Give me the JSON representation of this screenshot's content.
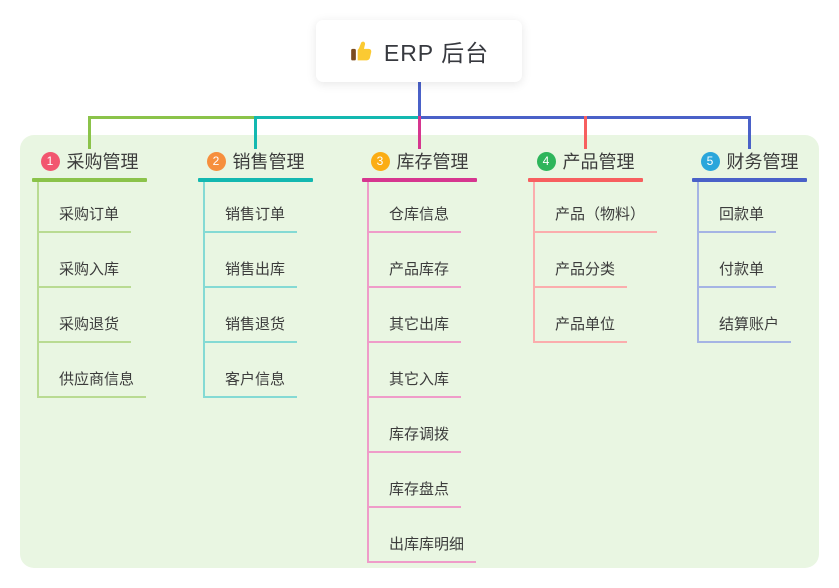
{
  "canvas": {
    "page_background": "#ffffff",
    "panel_background": "#e9f6e2"
  },
  "root": {
    "title": "ERP 后台",
    "icon": "thumbs-up",
    "connector_color": "#4a61c8",
    "icon_colors": {
      "hand": "#fbca32",
      "cuff": "#7b4b1e"
    }
  },
  "branches": [
    {
      "number": "1",
      "title": "采购管理",
      "colors": {
        "badge": "#f2566f",
        "line": "#8bc34a",
        "sub_line": "#b9db92"
      },
      "items": [
        "采购订单",
        "采购入库",
        "采购退货",
        "供应商信息"
      ]
    },
    {
      "number": "2",
      "title": "销售管理",
      "colors": {
        "badge": "#f68f3d",
        "line": "#13b8b0",
        "sub_line": "#84dad4"
      },
      "items": [
        "销售订单",
        "销售出库",
        "销售退货",
        "客户信息"
      ]
    },
    {
      "number": "3",
      "title": "库存管理",
      "colors": {
        "badge": "#fbad14",
        "line": "#d6368f",
        "sub_line": "#ef9cc9"
      },
      "items": [
        "仓库信息",
        "产品库存",
        "其它出库",
        "其它入库",
        "库存调拨",
        "库存盘点",
        "出库库明细"
      ]
    },
    {
      "number": "4",
      "title": "产品管理",
      "colors": {
        "badge": "#2eb55b",
        "line": "#f75f5f",
        "sub_line": "#fbadad"
      },
      "items": [
        "产品（物料）",
        "产品分类",
        "产品单位"
      ]
    },
    {
      "number": "5",
      "title": "财务管理",
      "colors": {
        "badge": "#2aa6db",
        "line": "#4a61c8",
        "sub_line": "#a5b4e4"
      },
      "items": [
        "回款单",
        "付款单",
        "结算账户"
      ]
    }
  ]
}
